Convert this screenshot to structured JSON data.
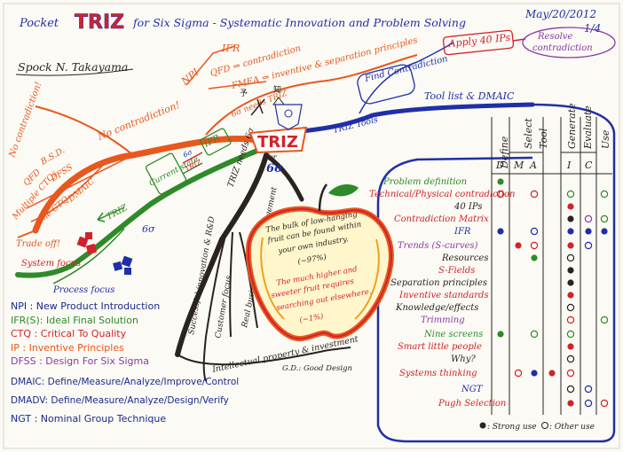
{
  "header": {
    "title_pocket": "Pocket",
    "title_triz": "TRIZ",
    "title_rest": "for  Six Sigma - Systematic Innovation and Problem Solving",
    "author": "Spock N. Takayama",
    "date": "May/20/2012",
    "page": "1/4"
  },
  "center": {
    "title": "TRIZ",
    "sub1": "for",
    "sub2": "6σ"
  },
  "orange_branch": {
    "main": "No contradiction!",
    "side": "6σ needs TRIZ",
    "npi": "NPI",
    "ifr": "IFR",
    "qfd": "QFD ⇒ contradiction",
    "fmea": "FMEA ⇒ inventive & separation principles",
    "qfd_left": "QFD",
    "bsd": "B.S.D.",
    "dfss": "DFSS",
    "multi_ctq": "Multiple CTQs",
    "one_ctq": "One CTQ",
    "dmaic": "DMAIC",
    "tradeoff": "Trade off!",
    "no_contra_v": "No contradiction!"
  },
  "green_branch": {
    "current": "Current state",
    "arrow": "6σ",
    "triz": "TRIZ",
    "ifr": "IFR",
    "triz2": "TRIZ",
    "sigma": "6σ",
    "system": "System focus",
    "process": "Process focus"
  },
  "black_branch": {
    "needs": "TRIZ needs 6σ",
    "b1": "Successful innovation & R&D",
    "b2": "Customer focus",
    "b3": "Real business drive & management",
    "b4": "Intellectual property & investment",
    "gd": "G.D.: Good Design"
  },
  "apple": {
    "t1": "The bulk of low-hanging",
    "t2": "fruit can be found within",
    "t3": "your own industry.",
    "t4": "(~97%)",
    "t5": "The much higher and",
    "t6": "sweeter fruit requires",
    "t7": "searching out elsewhere.",
    "t8": "(~1%)"
  },
  "blue_branch": {
    "tools": "TRIZ Tools",
    "find": "Find Contradiction",
    "apply": "Apply 40 IPs",
    "resolve1": "Resolve",
    "resolve2": "contradiction",
    "tool_list": "Tool list & DMAIC"
  },
  "table": {
    "headers": [
      "Define",
      "Select",
      "Tool",
      "Generate",
      "Evaluate",
      "Use"
    ],
    "letters": [
      "D",
      "M",
      "A",
      "I",
      "C"
    ],
    "rows": [
      "Problem definition",
      "Technical/Physical contradiction",
      "40 IPs",
      "Contradiction Matrix",
      "IFR",
      "Trends (S-curves)",
      "Resources",
      "S-Fields",
      "Separation principles",
      "Inventive standards",
      "Knowledge/effects",
      "Trimming",
      "Nine screens",
      "Smart little people",
      "Why?",
      "Systems thinking",
      "NGT",
      "Pugh Selection"
    ],
    "legend_strong": ": Strong use",
    "legend_other": ": Other use"
  },
  "glossary": [
    "NPI : New Product Introduction",
    "IFR(S): Ideal Final Solution",
    "CTQ : Critical To Quality",
    "IP : Inventive Principles",
    "DFSS : Design For Six Sigma",
    "DMAIC: Define/Measure/Analyze/Improve/Control",
    "DMADV: Define/Measure/Analyze/Design/Verify",
    "NGT : Nominal Group Technique"
  ],
  "colors": {
    "orange": "#e8571e",
    "green": "#2f8a2a",
    "blue": "#1f2fa8",
    "black": "#2a2320",
    "red": "#d2222a",
    "purple": "#8a3aa8"
  }
}
